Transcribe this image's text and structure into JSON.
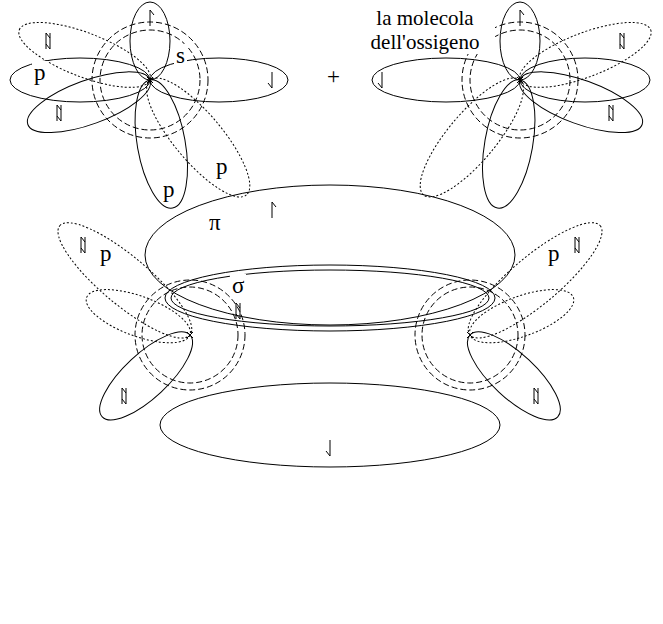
{
  "diagram": {
    "title": "la molecola dell'ossigeno",
    "labels": [
      "p",
      "s",
      "p",
      "p",
      "+",
      "π",
      "p",
      "p",
      "σ"
    ]
  }
}
